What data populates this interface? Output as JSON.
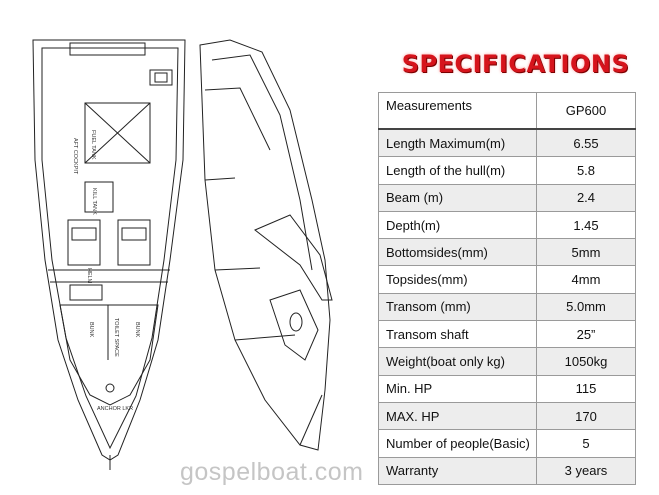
{
  "title": "SPECIFICATIONS",
  "table": {
    "header": {
      "label": "Measurements",
      "value": "GP600"
    },
    "rows": [
      {
        "label": "Length Maximum(m)",
        "value": "6.55"
      },
      {
        "label": "Length of the hull(m)",
        "value": "5.8"
      },
      {
        "label": "Beam (m)",
        "value": "2.4"
      },
      {
        "label": "Depth(m)",
        "value": "1.45"
      },
      {
        "label": "Bottomsides(mm)",
        "value": "5mm"
      },
      {
        "label": "Topsides(mm)",
        "value": "4mm"
      },
      {
        "label": "Transom (mm)",
        "value": "5.0mm"
      },
      {
        "label": "Transom shaft",
        "value": "25”"
      },
      {
        "label": "Weight(boat only kg)",
        "value": "1050kg"
      },
      {
        "label": "Min. HP",
        "value": "115"
      },
      {
        "label": "MAX. HP",
        "value": "170"
      },
      {
        "label": "Number of people(Basic)",
        "value": "5"
      },
      {
        "label": "Warranty",
        "value": "3 years"
      }
    ]
  },
  "drawing": {
    "labels": {
      "fuel_tank": "FUEL TANK",
      "aft_cockpit": "AFT COCKPIT",
      "kill_tank": "KILL TANK",
      "helm": "HELM",
      "bunk_left": "BUNK",
      "bunk_right": "BUNK",
      "toilet_space": "TOILET SPACE",
      "anchor_locker": "ANCHOR LKR"
    }
  },
  "watermark": "gospelboat.com"
}
